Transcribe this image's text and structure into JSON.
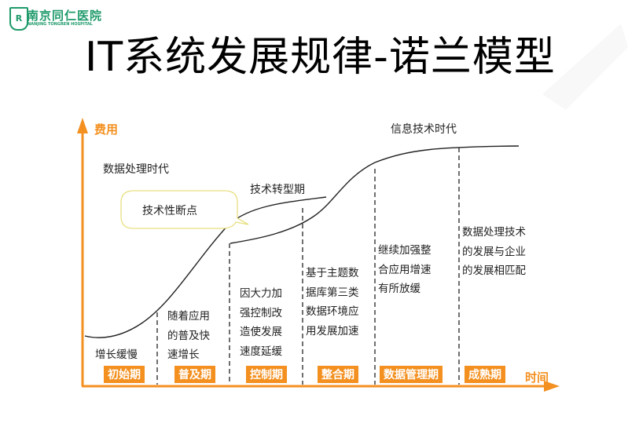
{
  "logo": {
    "name_cn": "南京同仁医院",
    "name_en": "NANJING TONGREN HOSPITAL"
  },
  "title": "IT系统发展规律-诺兰模型",
  "axes": {
    "y_label": "费用",
    "x_label": "时间"
  },
  "eras": {
    "data_processing": "数据处理时代",
    "information_tech": "信息技术时代"
  },
  "transition_label": "技术转型期",
  "callout": "技术性断点",
  "stages": [
    {
      "name": "初始期",
      "desc": [
        "增长缓慢"
      ]
    },
    {
      "name": "普及期",
      "desc": [
        "随着应用",
        "的普及快",
        "速增长"
      ]
    },
    {
      "name": "控制期",
      "desc": [
        "因大力加",
        "强控制改",
        "造使发展",
        "速度延缓"
      ]
    },
    {
      "name": "整合期",
      "desc": [
        "基于主题数",
        "据库第三类",
        "数据环境应",
        "用发展加速"
      ]
    },
    {
      "name": "数据管理期",
      "desc": [
        "继续加强整",
        "合应用增速",
        "有所放缓"
      ]
    },
    {
      "name": "成熟期",
      "desc": [
        "数据处理技术",
        "的发展与企业",
        "的发展相匹配"
      ]
    }
  ],
  "colors": {
    "accent": "#f39020",
    "logo": "#1e9a6a",
    "callout_border": "#e8df80"
  }
}
